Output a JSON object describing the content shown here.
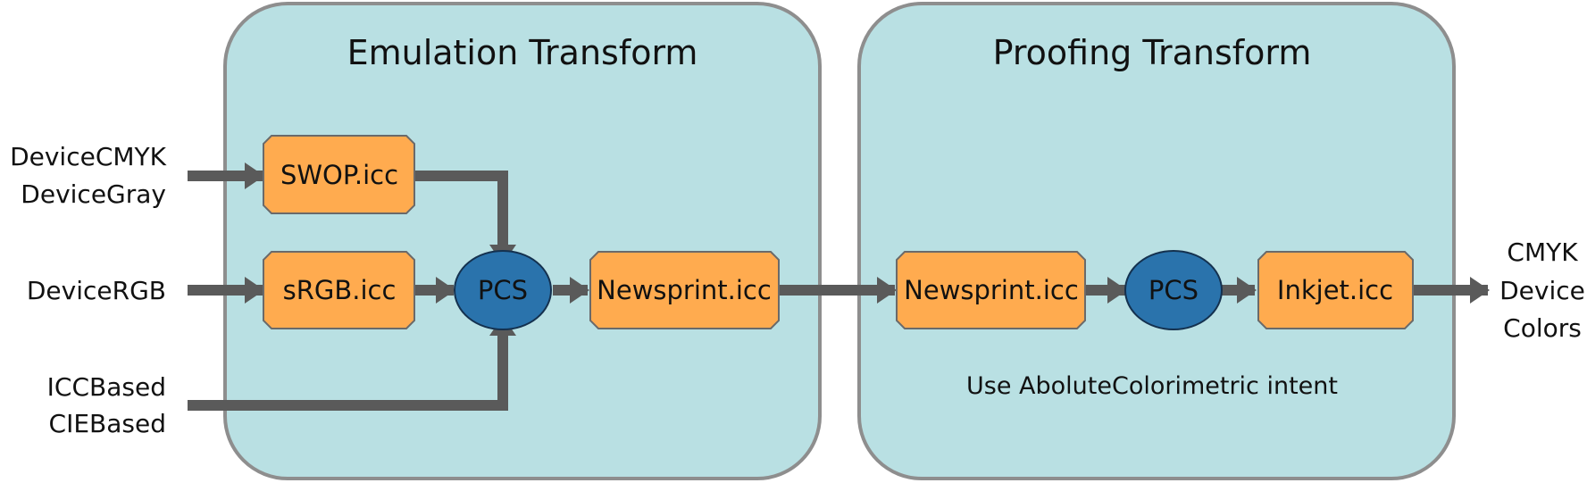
{
  "panels": {
    "emulation": {
      "title": "Emulation Transform"
    },
    "proofing": {
      "title": "Proofing Transform",
      "note": "Use AboluteColorimetric intent"
    }
  },
  "inputs": {
    "cmyk_gray": [
      "DeviceCMYK",
      "DeviceGray"
    ],
    "rgb": "DeviceRGB",
    "icc_cie": [
      "ICCBased",
      "CIEBased"
    ]
  },
  "nodes": {
    "swop": "SWOP.icc",
    "srgb": "sRGB.icc",
    "pcs1": "PCS",
    "newsprint1": "Newsprint.icc",
    "newsprint2": "Newsprint.icc",
    "pcs2": "PCS",
    "inkjet": "Inkjet.icc"
  },
  "output": [
    "CMYK",
    "Device",
    "Colors"
  ],
  "colors": {
    "panel_fill": "#b9e0e3",
    "panel_stroke": "#8e8e8e",
    "profile_fill": "#ffab4f",
    "pcs_fill": "#2a73ac",
    "arrow": "#5a5a5a"
  }
}
